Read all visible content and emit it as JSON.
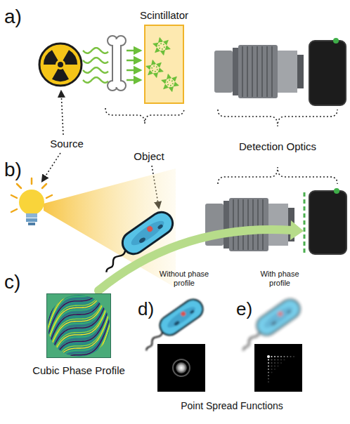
{
  "diagram": {
    "nodes": [
      {
        "text": [
          "Scintillator"
        ]
      },
      {
        "text": [
          "Cubic Phase Profile"
        ]
      }
    ],
    "labels": [
      "a)",
      "b)",
      "c)",
      "d)",
      "e)",
      "Source",
      "Object",
      "Detection Optics",
      "Without phase profile",
      "With phase profile",
      "Point Spread Functions"
    ]
  }
}
